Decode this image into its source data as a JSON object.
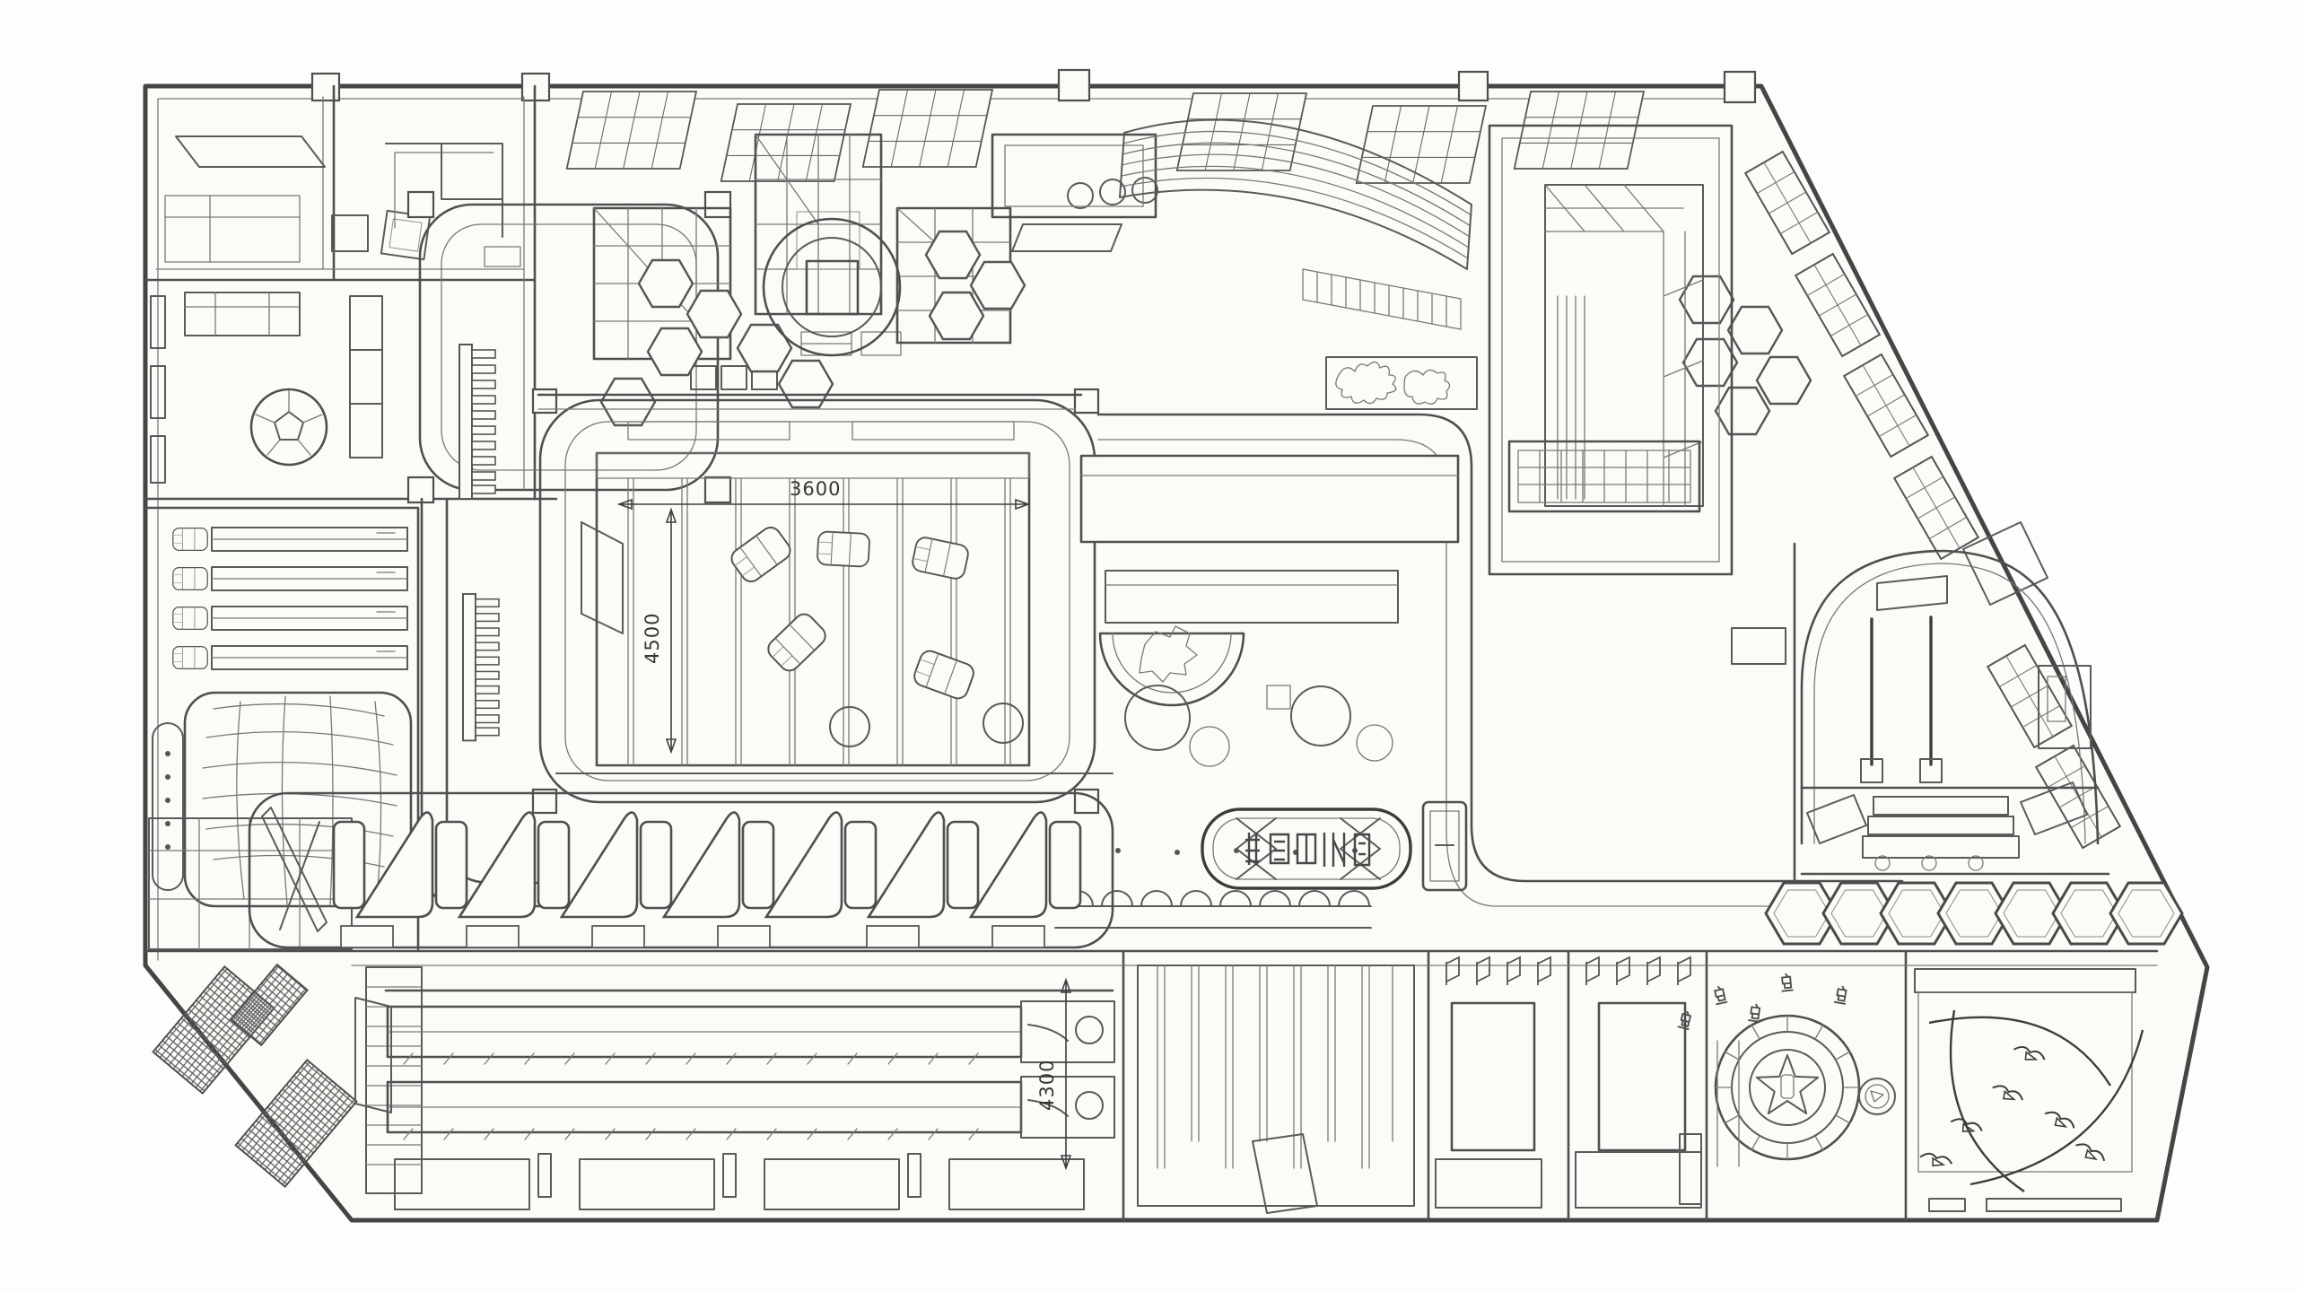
{
  "drawing": {
    "type": "axonometric-interior-floor-plan",
    "paper_color": "#fcfbf8",
    "ink_color": "#4f4f4f",
    "dimensions": {
      "bay_width_label": "3600",
      "bay_depth_label": "4500",
      "hall_depth_label": "4300"
    },
    "features": [
      "office-suite",
      "football-table",
      "car-lift-rows",
      "wash-tunnel",
      "solar-grid-panels",
      "retail-shelving",
      "hex-seating",
      "coin-plaza",
      "curved-ribbon-canopy",
      "glass-atrium",
      "diagonal-shelving",
      "service-workshop-bays",
      "corridor-loop",
      "planter-semicircle",
      "brand-sign-plaque",
      "arched-alcove",
      "hexagon-band",
      "diagonal-booth-bar",
      "long-workbenches",
      "slat-screen-room",
      "tatami-rooms",
      "prize-wheel",
      "crane-mural"
    ]
  }
}
